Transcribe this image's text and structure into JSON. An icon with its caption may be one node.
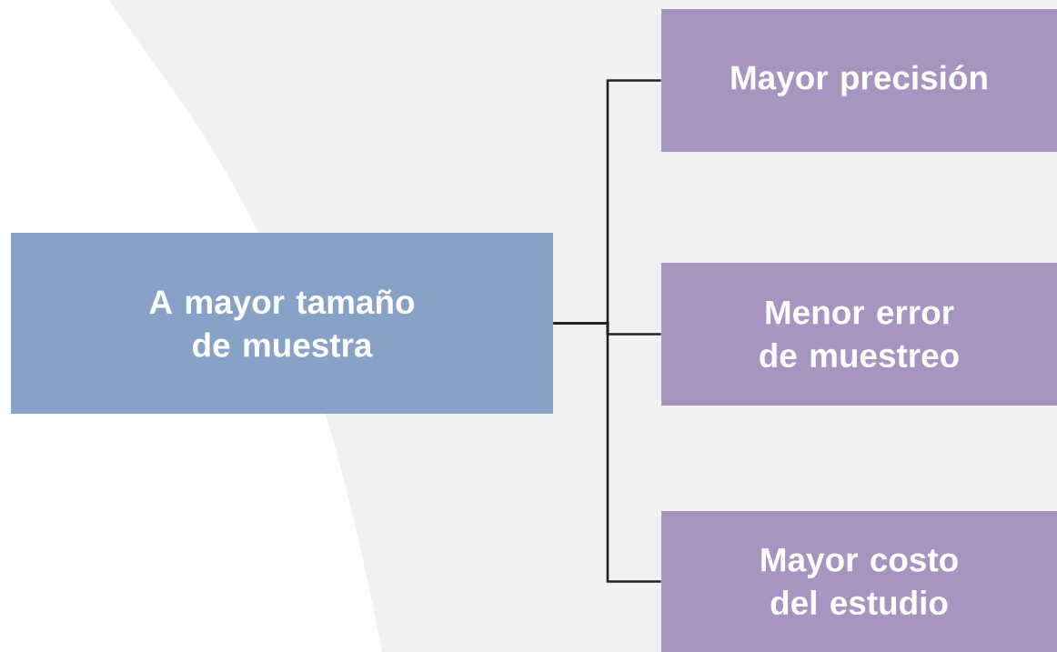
{
  "diagram": {
    "nodes": [
      {
        "text": [
          "A mayor tamaño de muestra"
        ]
      },
      {
        "text": [
          "Mayor precisión"
        ]
      },
      {
        "text": [
          "Menor error de muestreo"
        ]
      },
      {
        "text": [
          "Mayor costo del estudio"
        ]
      }
    ],
    "edges": [
      {
        "from": 0,
        "to": 1,
        "arrow": "none"
      },
      {
        "from": 0,
        "to": 2,
        "arrow": "none"
      },
      {
        "from": 0,
        "to": 3,
        "arrow": "none"
      }
    ]
  }
}
